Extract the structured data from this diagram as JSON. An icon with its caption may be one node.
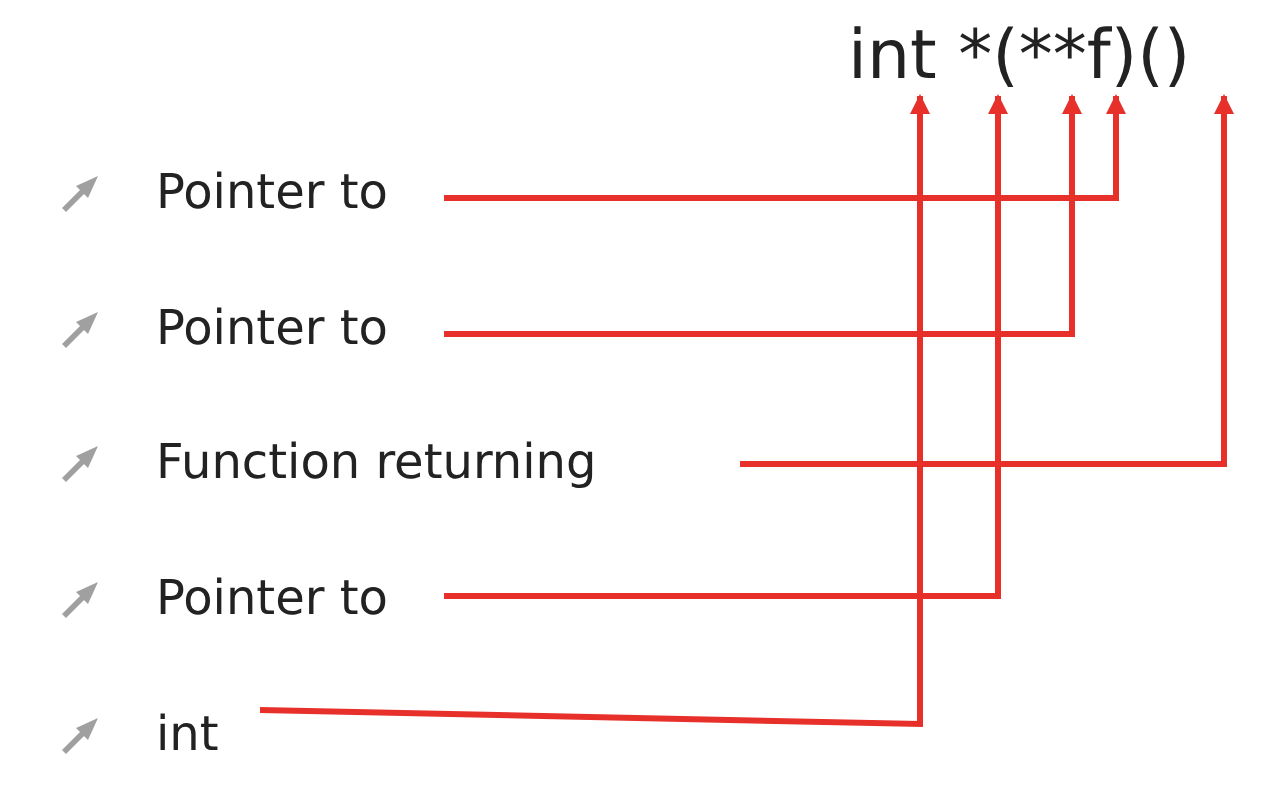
{
  "diagram": {
    "nodes": [
      {
        "text": [
          "Pointer to"
        ]
      },
      {
        "text": [
          "Pointer to"
        ]
      },
      {
        "text": [
          "Function returning"
        ]
      },
      {
        "text": [
          "Pointer to"
        ]
      },
      {
        "text": [
          "int"
        ]
      },
      {
        "text": [
          "int *(**f)()"
        ]
      }
    ],
    "edges": [
      {
        "from": 0,
        "to": 5,
        "arrow": "to"
      },
      {
        "from": 1,
        "to": 5,
        "arrow": "to"
      },
      {
        "from": 2,
        "to": 5,
        "arrow": "to"
      },
      {
        "from": 3,
        "to": 5,
        "arrow": "to"
      },
      {
        "from": 4,
        "to": 5,
        "arrow": "to"
      }
    ]
  }
}
